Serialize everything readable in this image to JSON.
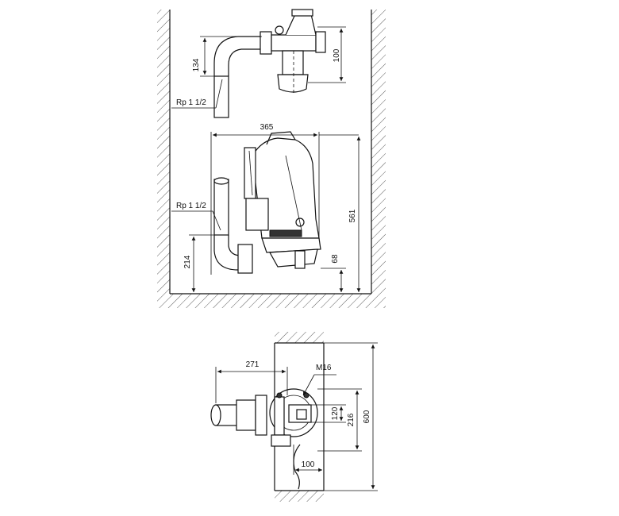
{
  "labels": {
    "top_dim_134": "134",
    "top_dim_100": "100",
    "top_thread": "Rp 1 1/2",
    "mid_dim_365": "365",
    "mid_thread": "Rp 1 1/2",
    "mid_dim_561": "561",
    "mid_dim_214": "214",
    "mid_dim_68": "68",
    "bot_dim_271": "271",
    "bot_bolt": "M16",
    "bot_dim_120": "120",
    "bot_dim_216": "216",
    "bot_dim_600": "600",
    "bot_dim_100": "100"
  }
}
